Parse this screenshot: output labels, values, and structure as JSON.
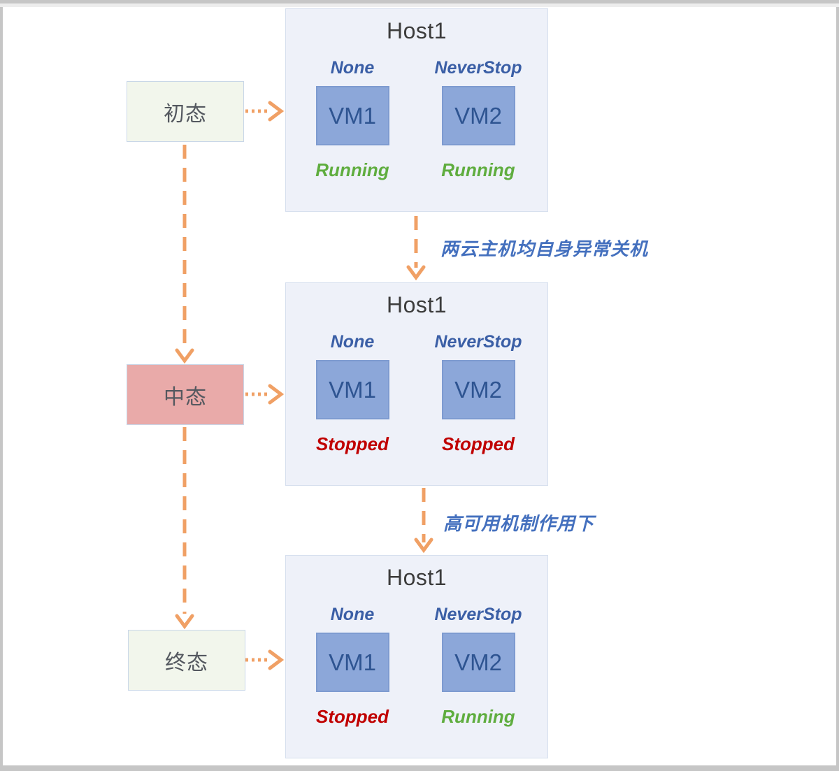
{
  "states": [
    {
      "label": "初态"
    },
    {
      "label": "中态"
    },
    {
      "label": "终态"
    }
  ],
  "hosts": [
    {
      "title": "Host1",
      "vms": [
        {
          "policy": "None",
          "name": "VM1",
          "status": "Running"
        },
        {
          "policy": "NeverStop",
          "name": "VM2",
          "status": "Running"
        }
      ]
    },
    {
      "title": "Host1",
      "vms": [
        {
          "policy": "None",
          "name": "VM1",
          "status": "Stopped"
        },
        {
          "policy": "NeverStop",
          "name": "VM2",
          "status": "Stopped"
        }
      ]
    },
    {
      "title": "Host1",
      "vms": [
        {
          "policy": "None",
          "name": "VM1",
          "status": "Stopped"
        },
        {
          "policy": "NeverStop",
          "name": "VM2",
          "status": "Running"
        }
      ]
    }
  ],
  "transitions": [
    {
      "label": "两云主机均自身异常关机"
    },
    {
      "label": "高可用机制作用下"
    }
  ],
  "colors": {
    "orange": "#F0A065",
    "host_bg": "#EEF1F9",
    "host_border": "#D6DFEE",
    "vm_bg": "#8CA7D9",
    "vm_border": "#7E9BD0",
    "vm_text": "#2E5491",
    "policy_text": "#3B5FA6",
    "running_text": "#5FAD3F",
    "stopped_text": "#C00000",
    "state_green_bg": "#F2F6EC",
    "state_pink_bg": "#E9AAA9",
    "state_border": "#C9D7E8",
    "state_text": "#54585F",
    "title_text": "#3C3C3C",
    "label_text": "#4470BE",
    "frame": "#C6C6C6"
  }
}
